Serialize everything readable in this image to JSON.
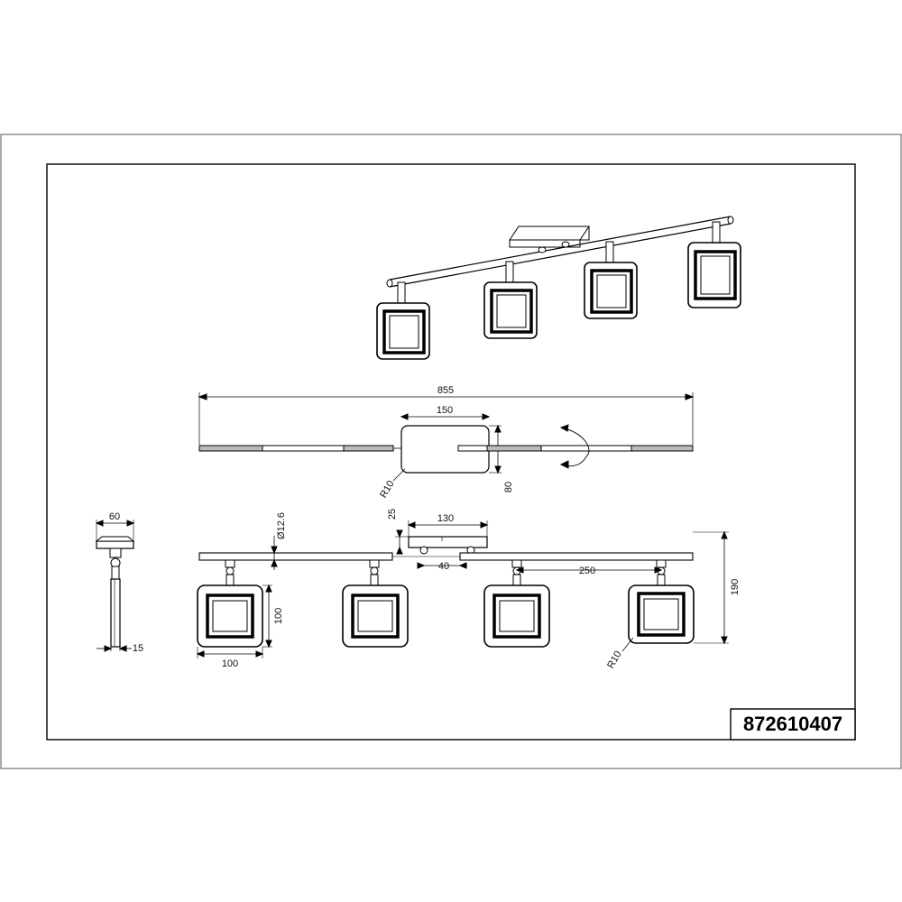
{
  "product": {
    "part_number": "872610407"
  },
  "dimensions": {
    "total_length": "855",
    "plate_width_top": "150",
    "plate_depth": "80",
    "corner_radius_plate": "R10",
    "side_width": "60",
    "side_thickness": "15",
    "bar_diameter": "Ø12.6",
    "plate_height": "25",
    "plate_width_front": "130",
    "spot_offset": "40",
    "spot_spacing": "250",
    "total_height": "190",
    "head_height": "100",
    "head_width": "100",
    "corner_radius_head": "R10"
  }
}
